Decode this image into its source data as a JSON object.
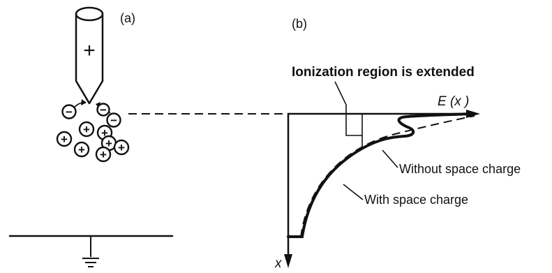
{
  "panel_a": {
    "label": "(a)",
    "electrode_sign": "+",
    "electrons": [
      "−",
      "−",
      "−"
    ],
    "positive_ions": [
      "+",
      "+",
      "+",
      "+",
      "+",
      "+",
      "+"
    ]
  },
  "panel_b": {
    "label": "(b)",
    "title_annotation": "Ionization region is extended",
    "x_axis_label": "E (x )",
    "y_axis_label": "x",
    "curve_labels": {
      "without": "Without space charge",
      "with": "With space charge"
    }
  },
  "colors": {
    "ink": "#111111",
    "background": "#ffffff"
  },
  "icons": [
    "electrode-needle-icon",
    "ground-symbol-icon",
    "electron-icon",
    "positive-ion-icon"
  ]
}
